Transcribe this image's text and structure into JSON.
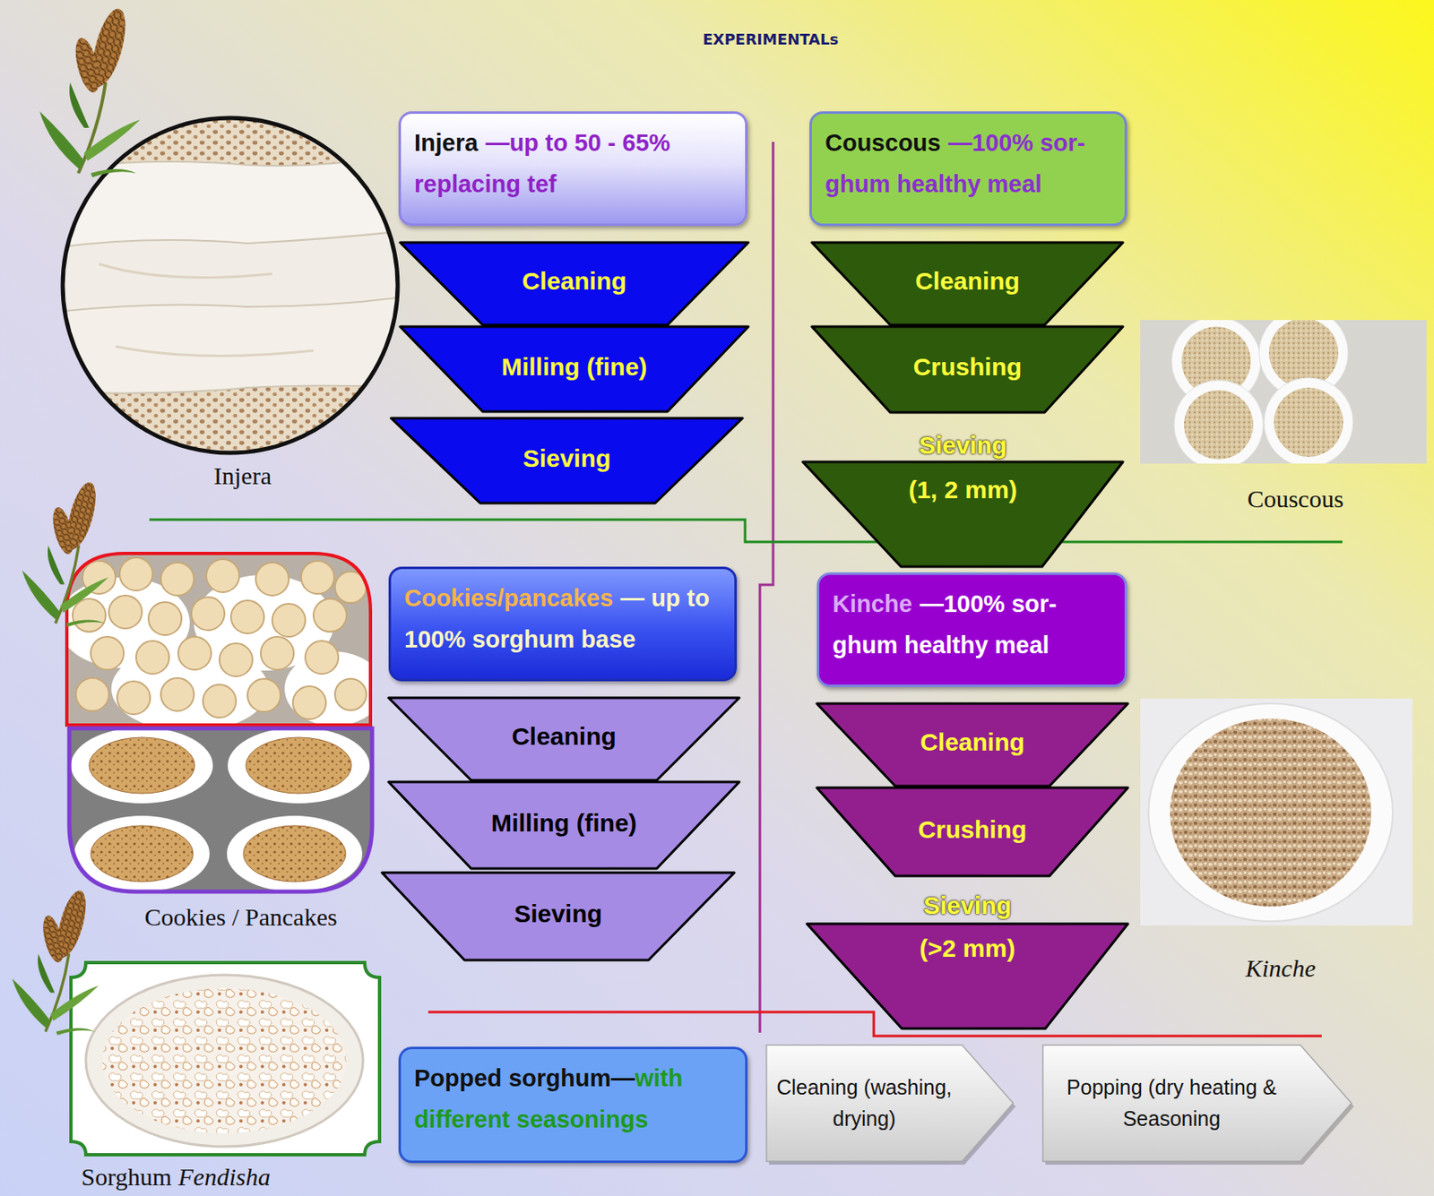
{
  "diagram": {
    "title": "EXPERIMENTALs",
    "nodes": [
      {
        "text": [
          "Injera",
          "—up to 50 - 65% replacing tef"
        ]
      },
      {
        "text": [
          "Cleaning"
        ]
      },
      {
        "text": [
          "Milling (fine)"
        ]
      },
      {
        "text": [
          "Sieving"
        ]
      },
      {
        "text": [
          "Couscous",
          "—100% sor- ghum healthy meal"
        ]
      },
      {
        "text": [
          "Cleaning"
        ]
      },
      {
        "text": [
          "Crushing"
        ]
      },
      {
        "text": [
          "Sieving",
          "(1, 2 mm)"
        ]
      },
      {
        "text": [
          "Cookies/pancakes",
          "— up to 100% sorghum base"
        ]
      },
      {
        "text": [
          "Cleaning"
        ]
      },
      {
        "text": [
          "Milling (fine)"
        ]
      },
      {
        "text": [
          "Sieving"
        ]
      },
      {
        "text": [
          "Kinche",
          "—100% sor- ghum healthy meal"
        ]
      },
      {
        "text": [
          "Cleaning"
        ]
      },
      {
        "text": [
          "Crushing"
        ]
      },
      {
        "text": [
          "Sieving",
          "(>2 mm)"
        ]
      },
      {
        "text": [
          "Popped sorghum—",
          "with different seasonings"
        ]
      },
      {
        "text": [
          "Cleaning (washing, drying)"
        ]
      },
      {
        "text": [
          "Popping (dry heating & Seasoning"
        ]
      }
    ],
    "labels": [
      "Injera",
      "Couscous",
      "Cookies / Pancakes",
      "Kinche",
      "Sorghum",
      "Fendisha"
    ]
  }
}
